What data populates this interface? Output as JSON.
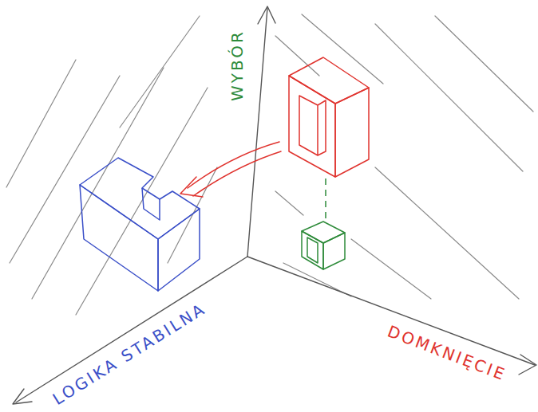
{
  "diagram": {
    "labels": [
      "WYBÓR",
      "LOGIKA STABILNA",
      "DOMKNIĘCIE"
    ]
  }
}
